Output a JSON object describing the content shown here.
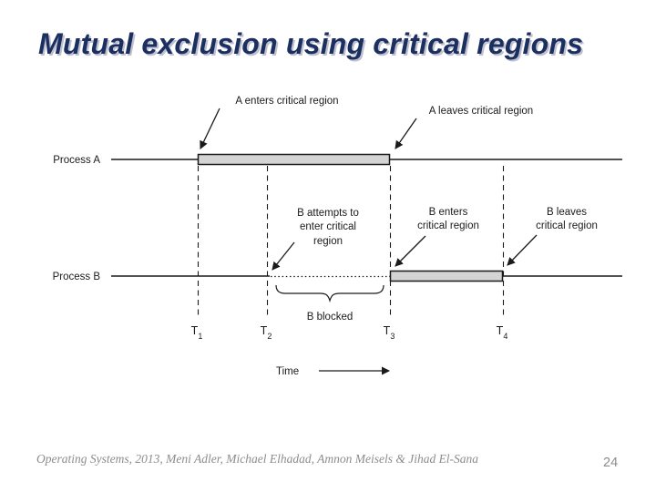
{
  "colors": {
    "background": "#ffffff",
    "title_text": "#1b3060",
    "title_shadow": "#c0c0d0",
    "ink": "#1a1a1a",
    "bar_fill": "#d4d4d4",
    "footer_text": "#8c8c8c"
  },
  "slide": {
    "title": "Mutual exclusion using critical regions",
    "footer_credit": "Operating Systems, 2013, Meni Adler, Michael Elhadad, Amnon Meisels & Jihad El-Sana",
    "page_number": "24"
  },
  "diagram": {
    "process_a_label": "Process A",
    "process_b_label": "Process B",
    "annotations": {
      "a_enters": "A enters critical region",
      "a_leaves": "A leaves critical region",
      "b_attempts": [
        "B attempts to",
        "enter critical",
        "region"
      ],
      "b_enters": [
        "B enters",
        "critical region"
      ],
      "b_leaves": [
        "B leaves",
        "critical region"
      ],
      "b_blocked": "B blocked",
      "time_label": "Time"
    },
    "time_markers": [
      {
        "label": "T",
        "sub": "1"
      },
      {
        "label": "T",
        "sub": "2"
      },
      {
        "label": "T",
        "sub": "3"
      },
      {
        "label": "T",
        "sub": "4"
      }
    ]
  }
}
